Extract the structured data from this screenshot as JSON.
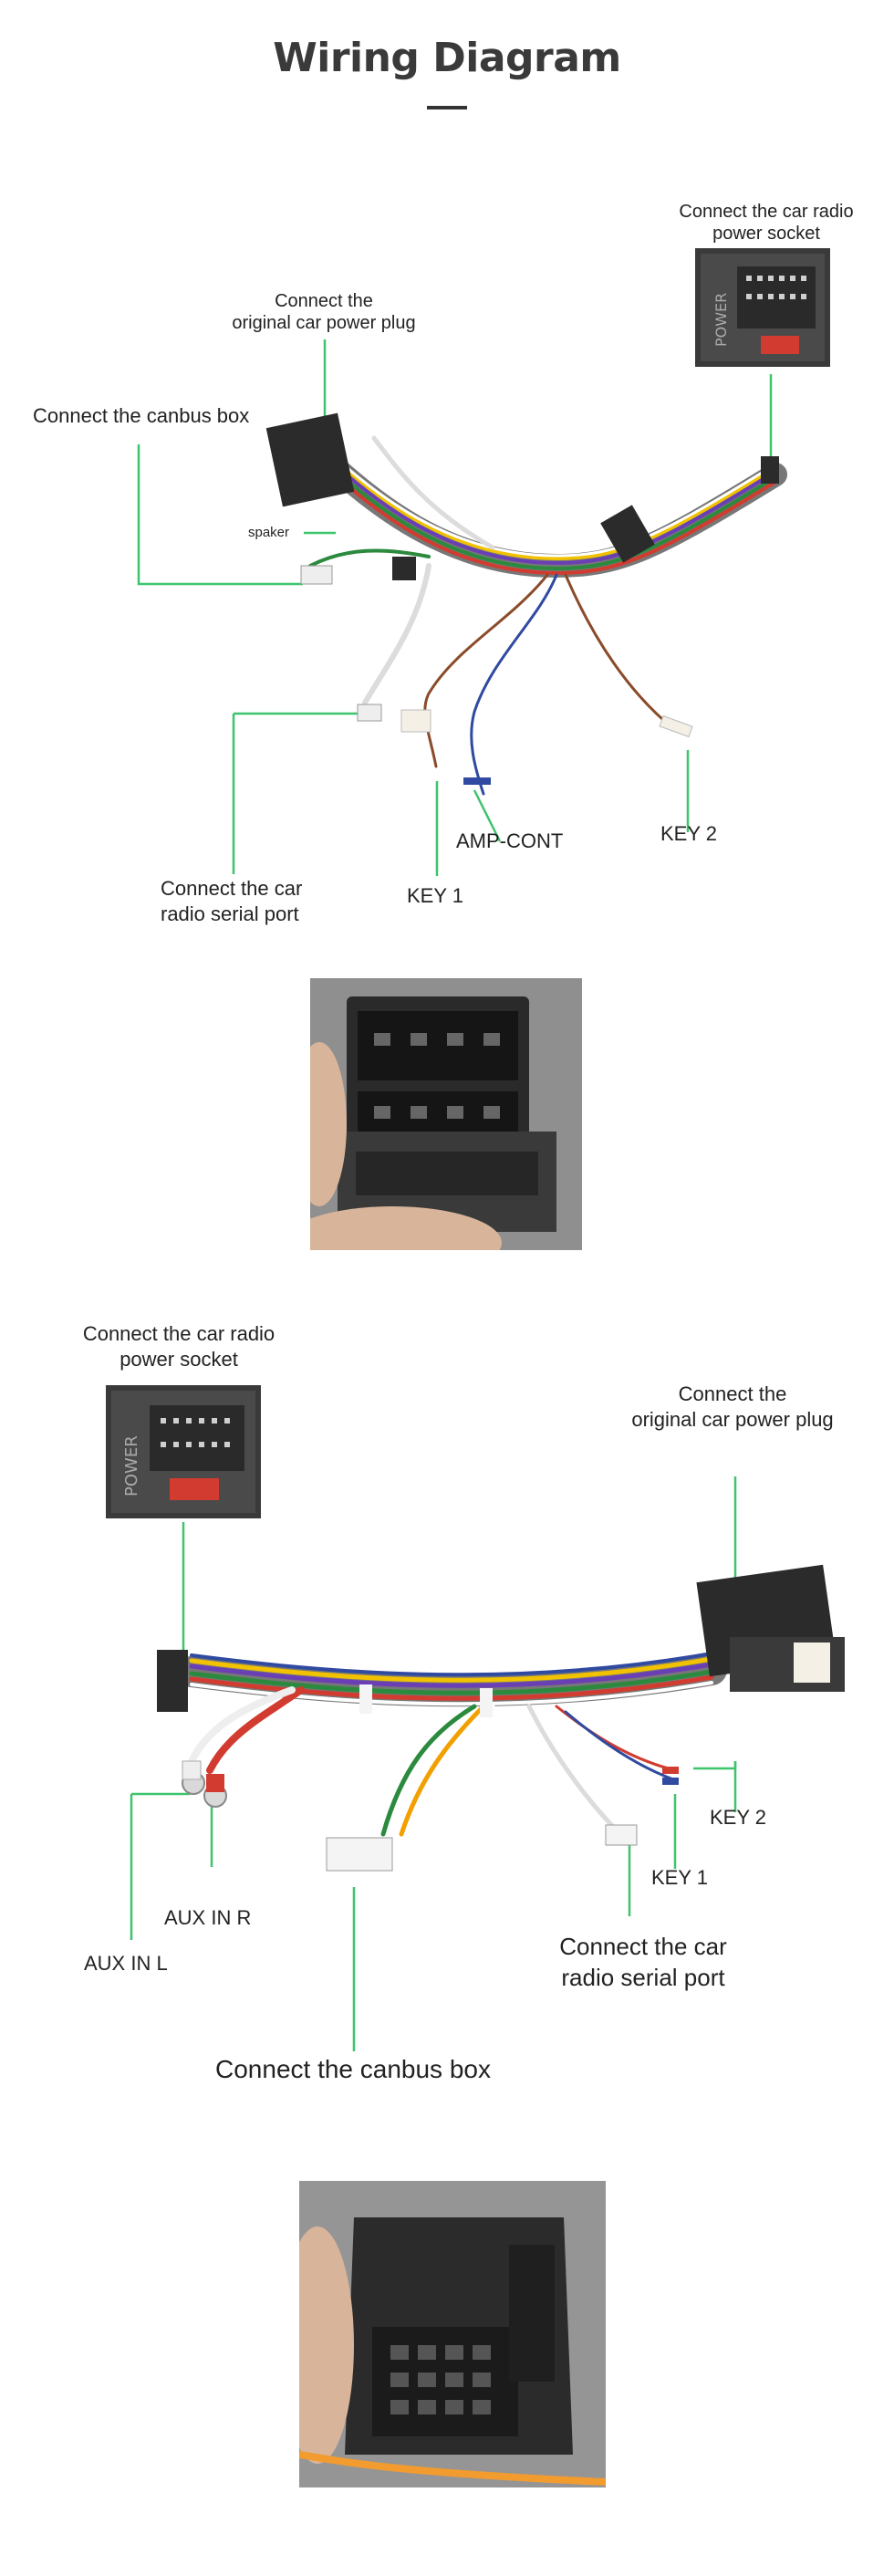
{
  "page": {
    "title": "Wiring Diagram"
  },
  "diagram1": {
    "labels": {
      "power_socket": [
        "Connect the car radio",
        "power socket"
      ],
      "power_plug": [
        "Connect the",
        "original car power plug"
      ],
      "canbus": "Connect the canbus box",
      "spaker": "spaker",
      "serial": [
        "Connect the car",
        "radio  serial port"
      ],
      "key1": "KEY 1",
      "amp": "AMP-CONT",
      "key2": "KEY 2"
    },
    "socket_text": "POWER"
  },
  "diagram2": {
    "labels": {
      "power_socket": [
        "Connect the car radio",
        "power socket"
      ],
      "power_plug": [
        "Connect the",
        "original car power plug"
      ],
      "key2": "KEY 2",
      "key1": "KEY 1",
      "aux_r": "AUX IN R",
      "aux_l": "AUX IN L",
      "serial": [
        "Connect the car",
        "radio  serial port"
      ],
      "canbus": "Connect the canbus box"
    },
    "socket_text": "POWER"
  },
  "colors": {
    "leader": "#3ec46d",
    "connector": "#2b2b2b"
  }
}
